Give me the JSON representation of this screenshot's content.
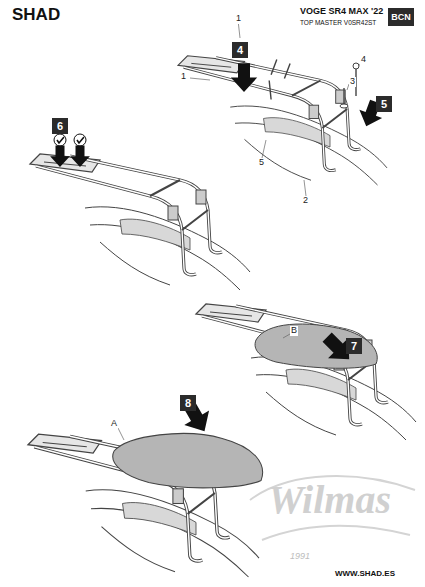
{
  "diagram": {
    "nodes": [
      {
        "text": [
          "BCN"
        ]
      },
      {
        "text": [
          "4"
        ]
      },
      {
        "text": [
          "5"
        ]
      },
      {
        "text": [
          "6"
        ]
      },
      {
        "text": [
          "7"
        ]
      },
      {
        "text": [
          "8"
        ]
      }
    ],
    "labels": [
      "SHAD",
      "VOGE SR4 MAX '22",
      "TOP MASTER V0SR42ST",
      "1",
      "4",
      "1",
      "3",
      "5",
      "2",
      "B",
      "A",
      "Wilmas",
      "1991",
      "WWW.SHAD.ES"
    ]
  }
}
